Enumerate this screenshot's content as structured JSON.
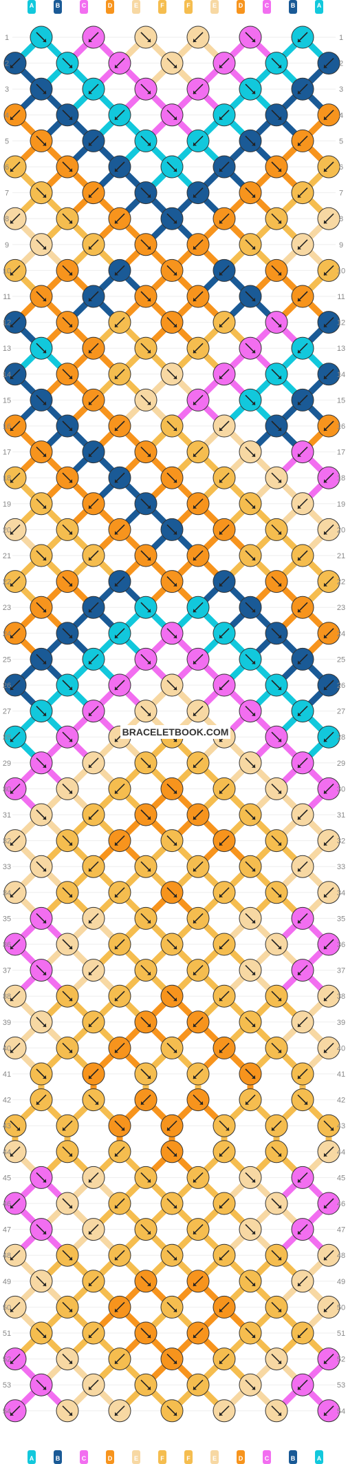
{
  "watermark": "BRACELETBOOK.COM",
  "strings": {
    "letters": [
      "A",
      "B",
      "C",
      "D",
      "E",
      "F",
      "F",
      "E",
      "D",
      "C",
      "B",
      "A"
    ],
    "colors": {
      "A": "#12c8dc",
      "B": "#1a5a96",
      "C": "#f26ef0",
      "D": "#f7941d",
      "E": "#f7d8a3",
      "F": "#f5bd4f"
    }
  },
  "rows": {
    "count": 54,
    "knots_pattern": [
      [
        "A",
        "C",
        "E",
        "E",
        "C",
        "A"
      ],
      [
        "B",
        "A",
        "C",
        "E",
        "C",
        "A",
        "B"
      ],
      [
        "B",
        "A",
        "C",
        "C",
        "A",
        "B"
      ],
      [
        "D",
        "B",
        "A",
        "C",
        "A",
        "B",
        "D"
      ],
      [
        "D",
        "B",
        "A",
        "A",
        "B",
        "D"
      ],
      [
        "F",
        "D",
        "B",
        "A",
        "B",
        "D",
        "F"
      ],
      [
        "F",
        "D",
        "B",
        "B",
        "D",
        "F"
      ],
      [
        "E",
        "F",
        "D",
        "B",
        "D",
        "F",
        "E"
      ],
      [
        "E",
        "F",
        "D",
        "D",
        "F",
        "E"
      ],
      [
        "F",
        "D",
        "B",
        "D",
        "B",
        "D",
        "F"
      ],
      [
        "D",
        "B",
        "D",
        "D",
        "B",
        "D"
      ],
      [
        "B",
        "D",
        "F",
        "D",
        "F",
        "C",
        "B"
      ],
      [
        "A",
        "D",
        "F",
        "F",
        "C",
        "A"
      ],
      [
        "B",
        "D",
        "F",
        "E",
        "C",
        "A",
        "B"
      ],
      [
        "B",
        "D",
        "E",
        "C",
        "A",
        "B"
      ],
      [
        "D",
        "B",
        "D",
        "F",
        "E",
        "B",
        "D"
      ],
      [
        "D",
        "B",
        "D",
        "F",
        "E",
        "C"
      ],
      [
        "F",
        "D",
        "B",
        "D",
        "F",
        "E",
        "C"
      ],
      [
        "F",
        "D",
        "B",
        "D",
        "F",
        "E"
      ],
      [
        "E",
        "F",
        "D",
        "B",
        "D",
        "F",
        "E"
      ],
      [
        "F",
        "F",
        "D",
        "D",
        "F",
        "F"
      ],
      [
        "F",
        "D",
        "B",
        "D",
        "B",
        "D",
        "F"
      ],
      [
        "D",
        "B",
        "A",
        "A",
        "B",
        "D"
      ],
      [
        "D",
        "B",
        "A",
        "C",
        "A",
        "B",
        "D"
      ],
      [
        "B",
        "A",
        "C",
        "C",
        "A",
        "B"
      ],
      [
        "B",
        "A",
        "C",
        "E",
        "C",
        "A",
        "B"
      ],
      [
        "A",
        "C",
        "E",
        "E",
        "C",
        "A"
      ],
      [
        "A",
        "C",
        "E",
        "F",
        "E",
        "C",
        "A"
      ],
      [
        "C",
        "E",
        "F",
        "F",
        "E",
        "C"
      ],
      [
        "C",
        "E",
        "F",
        "D",
        "F",
        "E",
        "C"
      ],
      [
        "E",
        "F",
        "D",
        "D",
        "F",
        "E"
      ],
      [
        "E",
        "F",
        "D",
        "F",
        "D",
        "F",
        "E"
      ],
      [
        "E",
        "F",
        "F",
        "F",
        "F",
        "E"
      ],
      [
        "E",
        "F",
        "F",
        "D",
        "F",
        "F",
        "E"
      ],
      [
        "C",
        "E",
        "F",
        "F",
        "E",
        "C"
      ],
      [
        "C",
        "E",
        "F",
        "F",
        "F",
        "E",
        "C"
      ],
      [
        "C",
        "E",
        "F",
        "F",
        "E",
        "C"
      ],
      [
        "E",
        "F",
        "F",
        "D",
        "F",
        "F",
        "E"
      ],
      [
        "E",
        "F",
        "D",
        "D",
        "F",
        "E"
      ],
      [
        "E",
        "F",
        "D",
        "F",
        "D",
        "F",
        "E"
      ],
      [
        "F",
        "D",
        "F",
        "F",
        "D",
        "F"
      ],
      [
        "F",
        "F",
        "D",
        "D",
        "F",
        "F"
      ],
      [
        "F",
        "F",
        "D",
        "D",
        "F",
        "F",
        "F"
      ],
      [
        "E",
        "F",
        "F",
        "D",
        "F",
        "F",
        "E"
      ],
      [
        "C",
        "E",
        "F",
        "F",
        "E",
        "C"
      ],
      [
        "C",
        "E",
        "F",
        "F",
        "F",
        "E",
        "C"
      ],
      [
        "C",
        "E",
        "F",
        "F",
        "E",
        "C"
      ],
      [
        "E",
        "F",
        "F",
        "F",
        "F",
        "F",
        "E"
      ],
      [
        "E",
        "F",
        "D",
        "D",
        "F",
        "E"
      ],
      [
        "E",
        "F",
        "D",
        "F",
        "D",
        "F",
        "E"
      ],
      [
        "F",
        "F",
        "D",
        "D",
        "F",
        "F"
      ],
      [
        "C",
        "E",
        "F",
        "D",
        "F",
        "E",
        "C"
      ],
      [
        "C",
        "E",
        "F",
        "F",
        "E",
        "C"
      ],
      [
        "C",
        "E",
        "E",
        "F",
        "E",
        "E",
        "C"
      ]
    ]
  }
}
